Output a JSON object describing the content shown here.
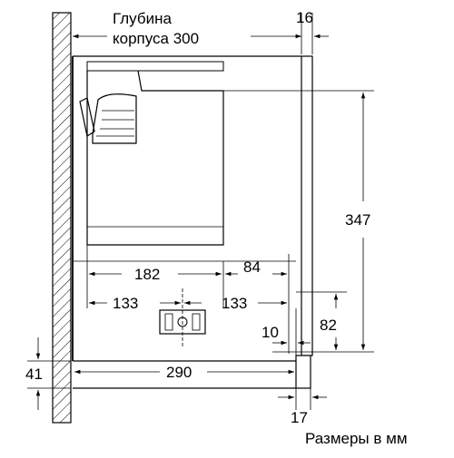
{
  "labels": {
    "title_line1": "Глубина",
    "title_line2": "корпуса 300",
    "units": "Размеры в мм"
  },
  "dimensions": {
    "d16": "16",
    "d347": "347",
    "d182": "182",
    "d84": "84",
    "d133_left": "133",
    "d133_right": "133",
    "d82": "82",
    "d10": "10",
    "d41": "41",
    "d290": "290",
    "d17": "17"
  }
}
